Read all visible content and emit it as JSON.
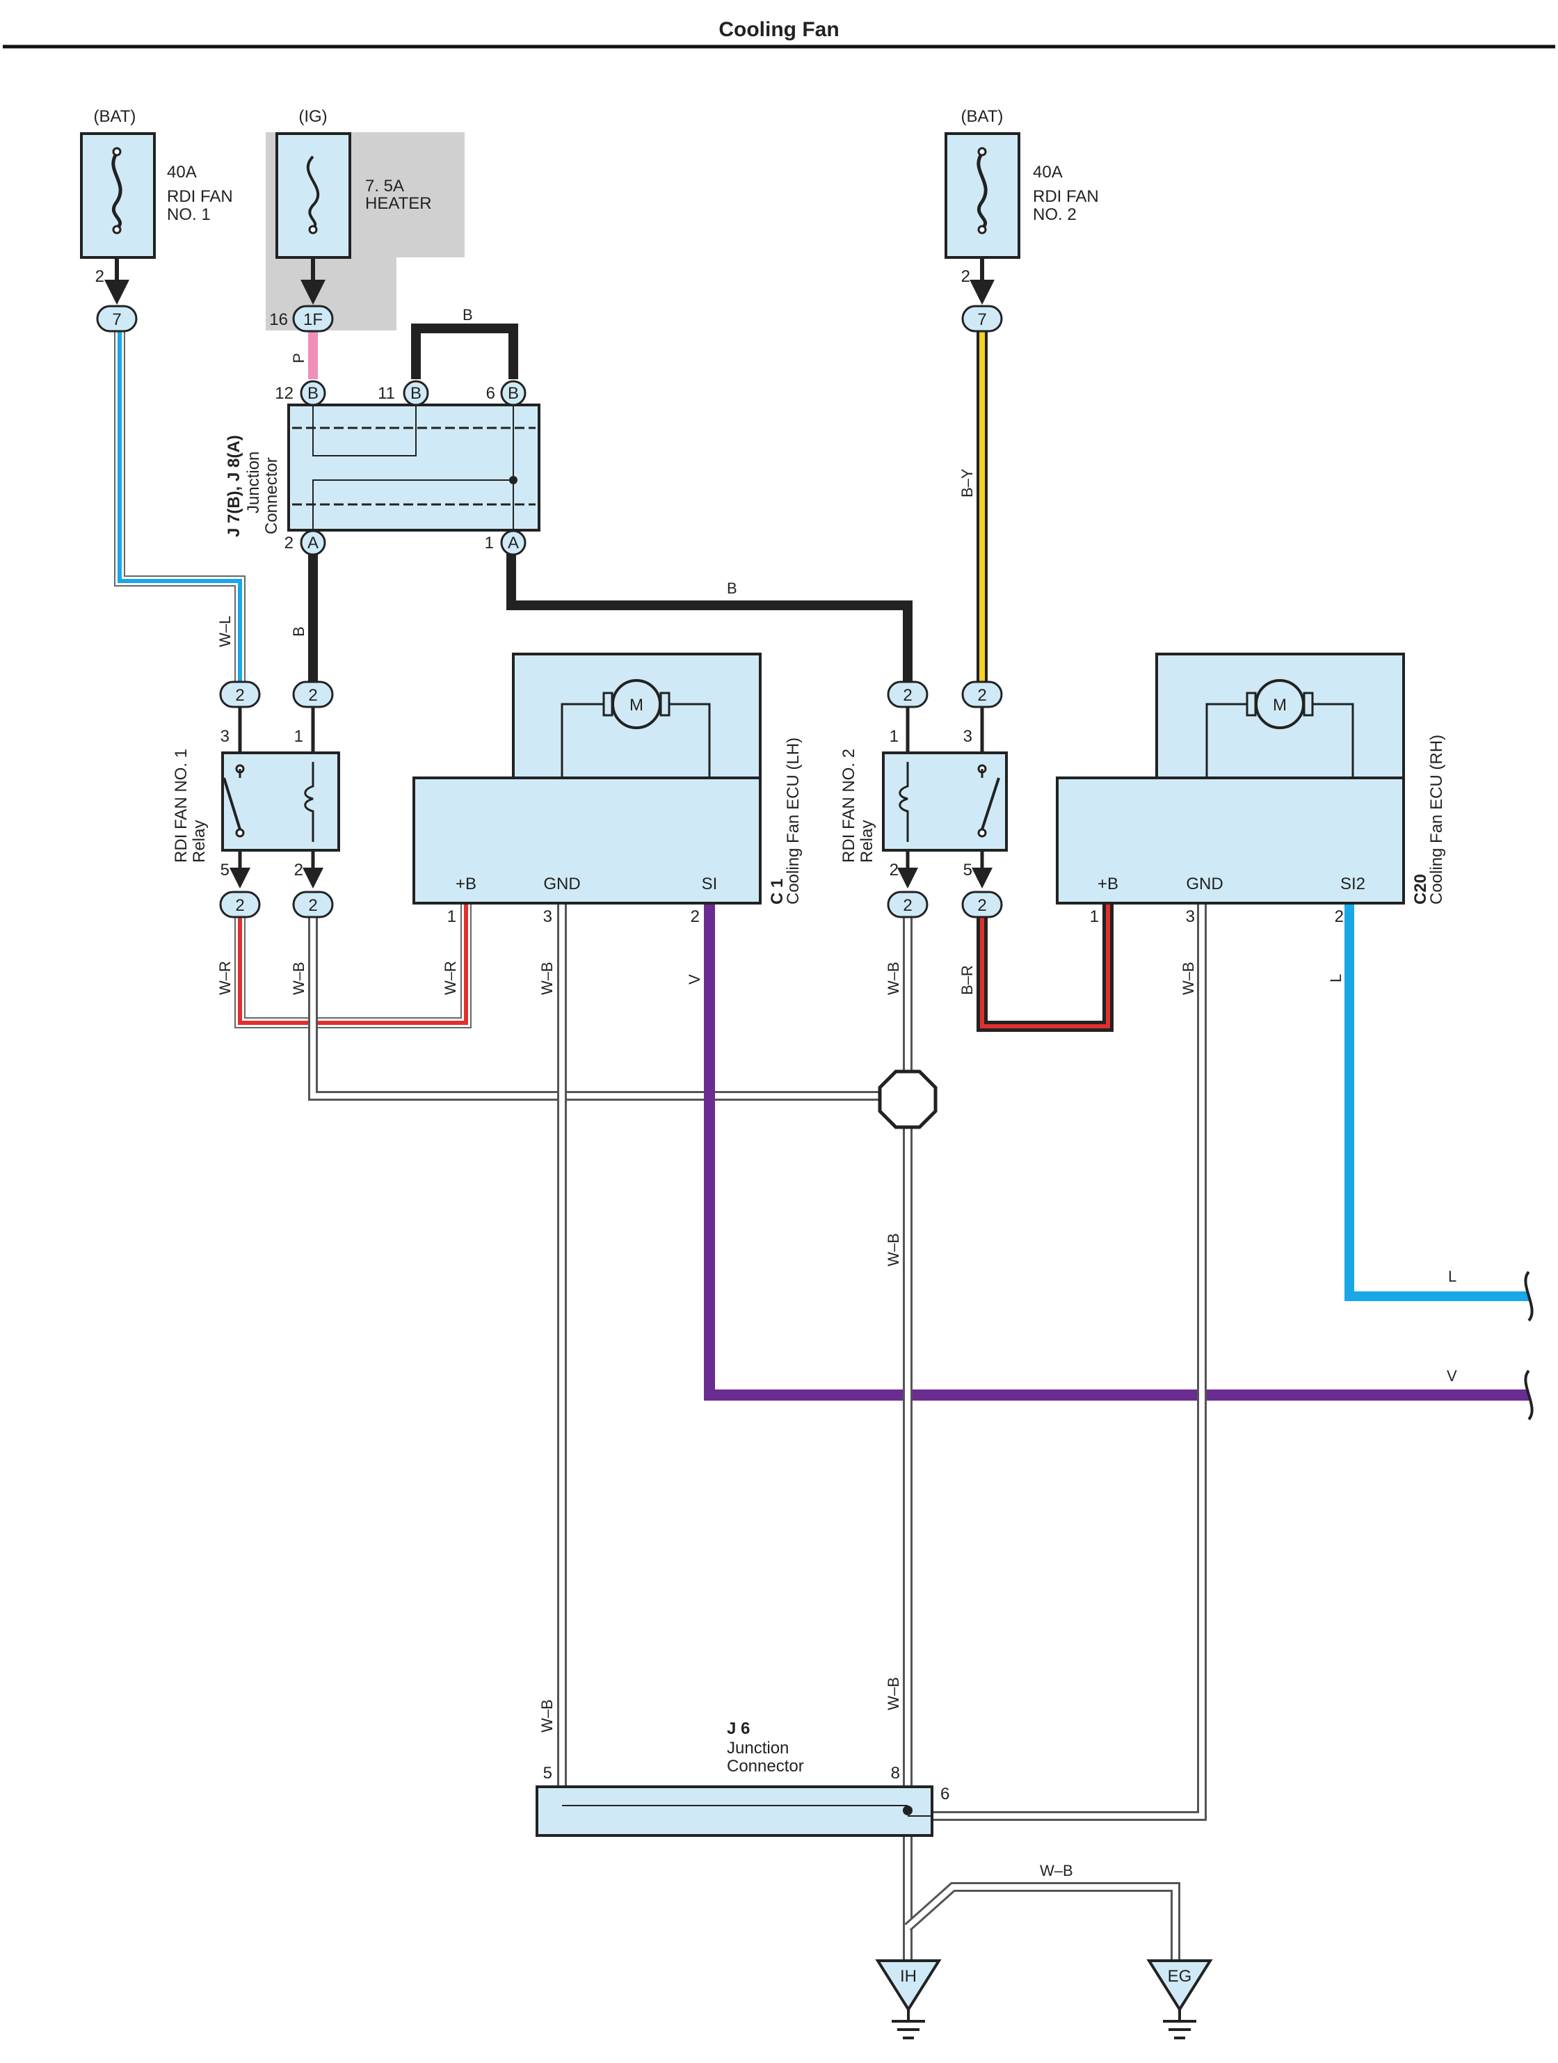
{
  "title": "Cooling Fan",
  "fuses": [
    {
      "source": "(BAT)",
      "rating": "40A",
      "line1": "RDI FAN",
      "line2": "NO. 1",
      "pin": "2",
      "connector": "7"
    },
    {
      "source": "(IG)",
      "rating": "7. 5A",
      "line1": "HEATER",
      "line2": "",
      "pin": "16",
      "connector": "1F"
    },
    {
      "source": "(BAT)",
      "rating": "40A",
      "line1": "RDI FAN",
      "line2": "NO. 2",
      "pin": "2",
      "connector": "7"
    }
  ],
  "junction_connector_top": {
    "id": "J 7(B), J 8(A)",
    "line1": "Junction",
    "line2": "Connector",
    "pins": [
      {
        "num": "12",
        "letter": "B"
      },
      {
        "num": "11",
        "letter": "B"
      },
      {
        "num": "6",
        "letter": "B"
      },
      {
        "num": "2",
        "letter": "A"
      },
      {
        "num": "1",
        "letter": "A"
      }
    ]
  },
  "relays": [
    {
      "line1": "RDI FAN NO. 1",
      "line2": "Relay",
      "pins": [
        "3",
        "1",
        "5",
        "2"
      ],
      "connector": "2"
    },
    {
      "line1": "RDI FAN NO. 2",
      "line2": "Relay",
      "pins": [
        "1",
        "3",
        "2",
        "5"
      ],
      "connector": "2"
    }
  ],
  "ecus": [
    {
      "code": "C 1",
      "name": "Cooling Fan ECU (LH)",
      "motor": "M",
      "terminals": [
        "+B",
        "GND",
        "SI"
      ],
      "pins": [
        "1",
        "3",
        "2"
      ]
    },
    {
      "code": "C20",
      "name": "Cooling Fan ECU (RH)",
      "motor": "M",
      "terminals": [
        "+B",
        "GND",
        "SI2"
      ],
      "pins": [
        "1",
        "3",
        "2"
      ]
    }
  ],
  "junction_connector_bottom": {
    "id": "J 6",
    "line1": "Junction",
    "line2": "Connector",
    "pins": [
      "5",
      "8",
      "6"
    ]
  },
  "grounds": [
    "IH",
    "EG"
  ],
  "wire_labels": {
    "pink": "P",
    "black": "B",
    "black_jumper": "B",
    "black_long": "B",
    "black_right": "B",
    "blue_left": "W–L",
    "yellow": "B–Y",
    "wr1": "W–R",
    "wb1": "W–B",
    "wr2": "W–R",
    "wb_gnd_lh": "W–B",
    "violet": "V",
    "wb_relay2": "W–B",
    "br": "B–R",
    "wb_gnd_rh": "W–B",
    "blue_right": "L",
    "wb_center": "W–B",
    "wb_j6_left": "W–B",
    "wb_j6_center": "W–B",
    "wb_ground": "W–B",
    "l_out": "L",
    "v_out": "V"
  },
  "colors": {
    "black": "#222222",
    "pink": "#f08fb8",
    "light_blue": "#1aa7e8",
    "yellow": "#f5d21f",
    "red": "#e03030",
    "violet": "#6b2c91",
    "component_fill": "#cfeaf6",
    "shade": "#d0d0d0"
  }
}
